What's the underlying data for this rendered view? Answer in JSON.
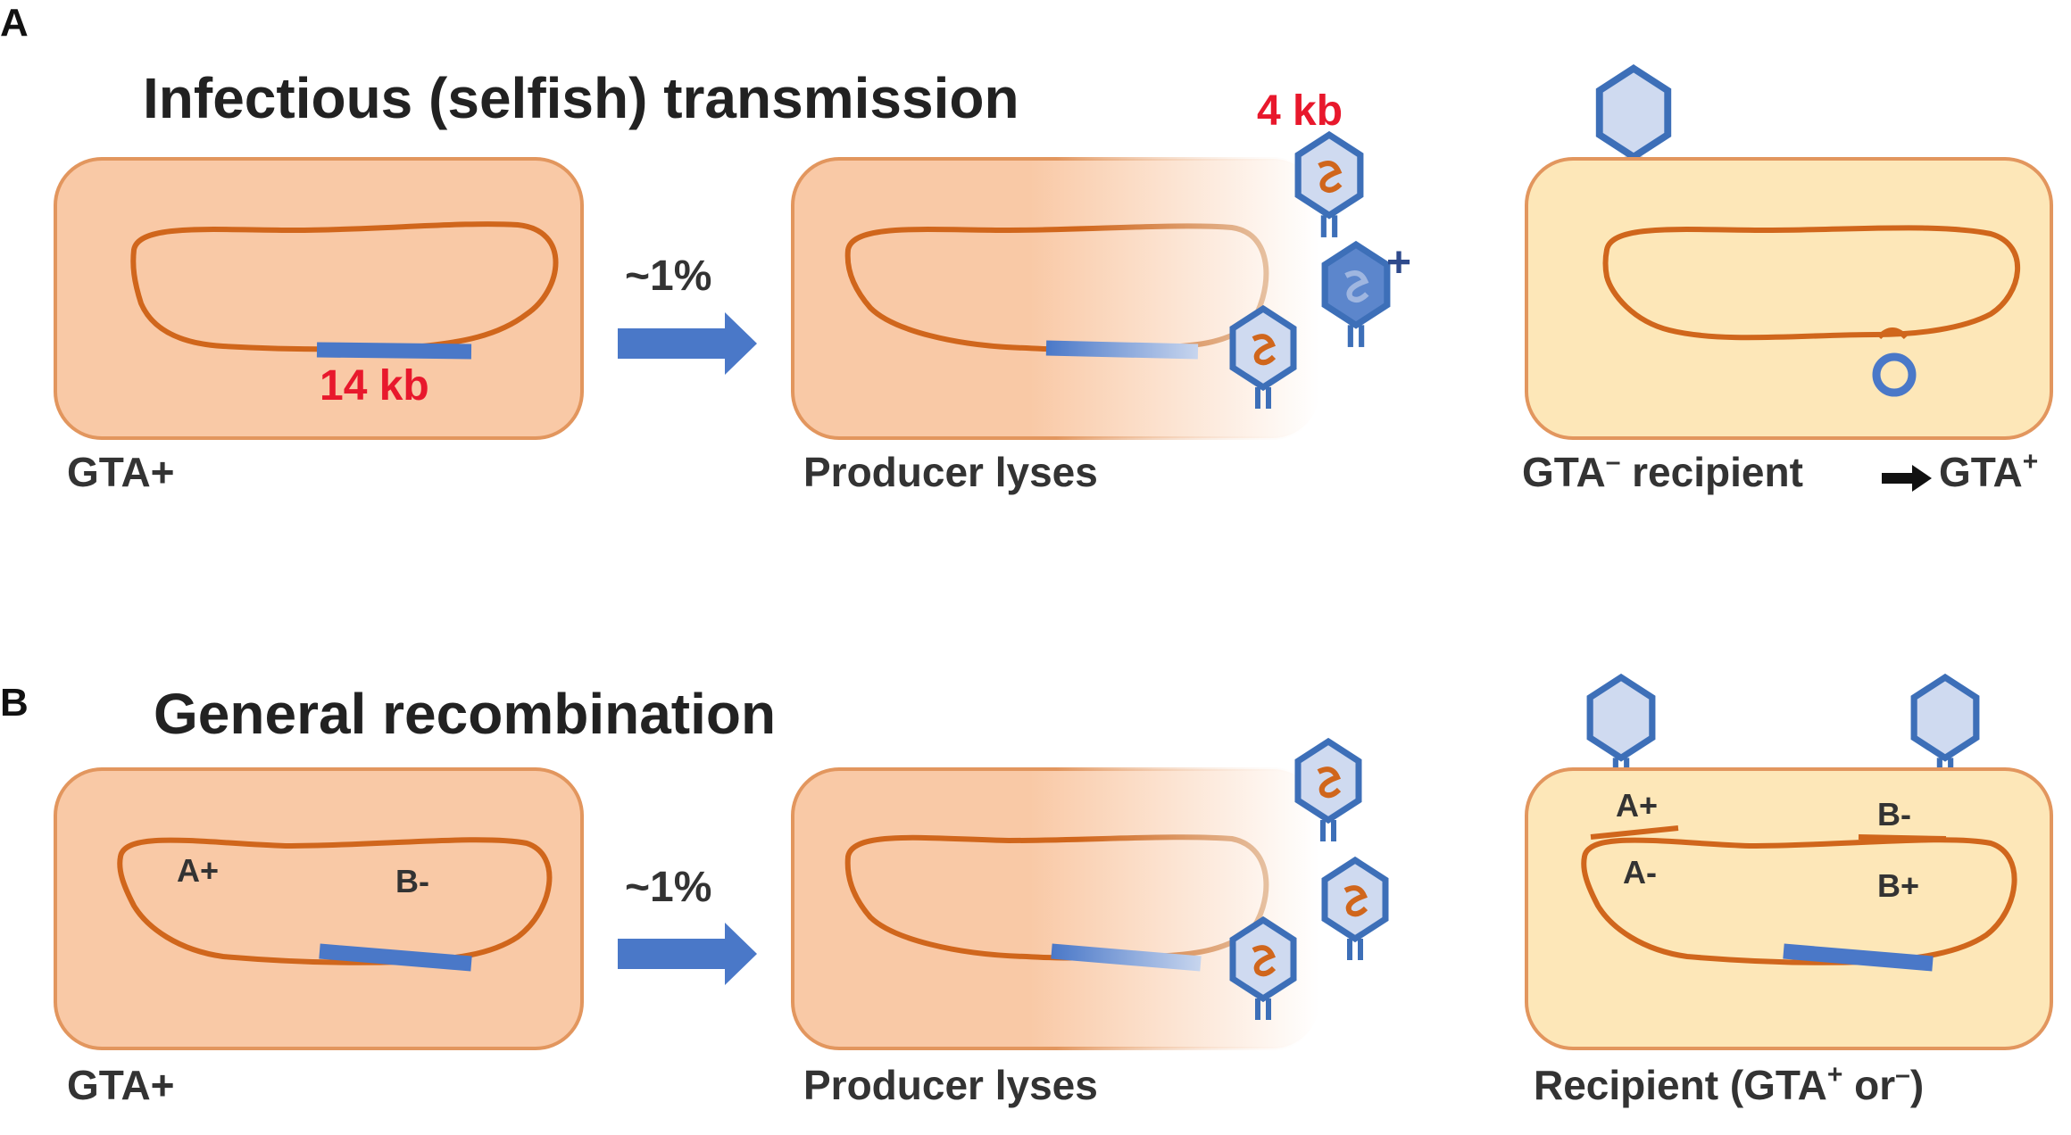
{
  "panels": {
    "a": {
      "letter": "A",
      "title": "Infectious (selfish) transmission",
      "size_small": "4 kb",
      "size_large": "14 kb",
      "rate": "~1%",
      "caption_left": "GTA+",
      "caption_middle": "Producer lyses",
      "caption_right_part1": "GTA",
      "caption_right_sup1": "–",
      "caption_right_part2": " recipient",
      "caption_right_part3": " GTA",
      "caption_right_sup2": "+",
      "plus_sign": "+"
    },
    "b": {
      "letter": "B",
      "title": "General recombination",
      "rate": "~1%",
      "caption_left": "GTA+",
      "caption_middle": "Producer lyses",
      "caption_right_part1": "Recipient (GTA",
      "caption_right_sup1": "+",
      "caption_right_part2": " or",
      "caption_right_sup2": "–",
      "caption_right_part3": ")",
      "gene_a_plus": "A+",
      "gene_b_minus": "B-",
      "recipient_a_plus": "A+",
      "recipient_a_minus": "A-",
      "recipient_b_minus": "B-",
      "recipient_b_plus": "B+"
    }
  },
  "colors": {
    "cell_producer": "#f9c9a6",
    "cell_recipient": "#fde7b8",
    "cell_border": "#e2965e",
    "chromosome": "#d0661c",
    "gta_region": "#4a78c8",
    "phage_fill": "#cfdaf0",
    "phage_stroke": "#3d6fb8",
    "arrow": "#4a78c8",
    "size_label": "#e8182c"
  },
  "icons": {
    "phage": "gta-particle-icon",
    "arrow": "right-arrow-icon",
    "circle": "integration-loop-icon"
  }
}
